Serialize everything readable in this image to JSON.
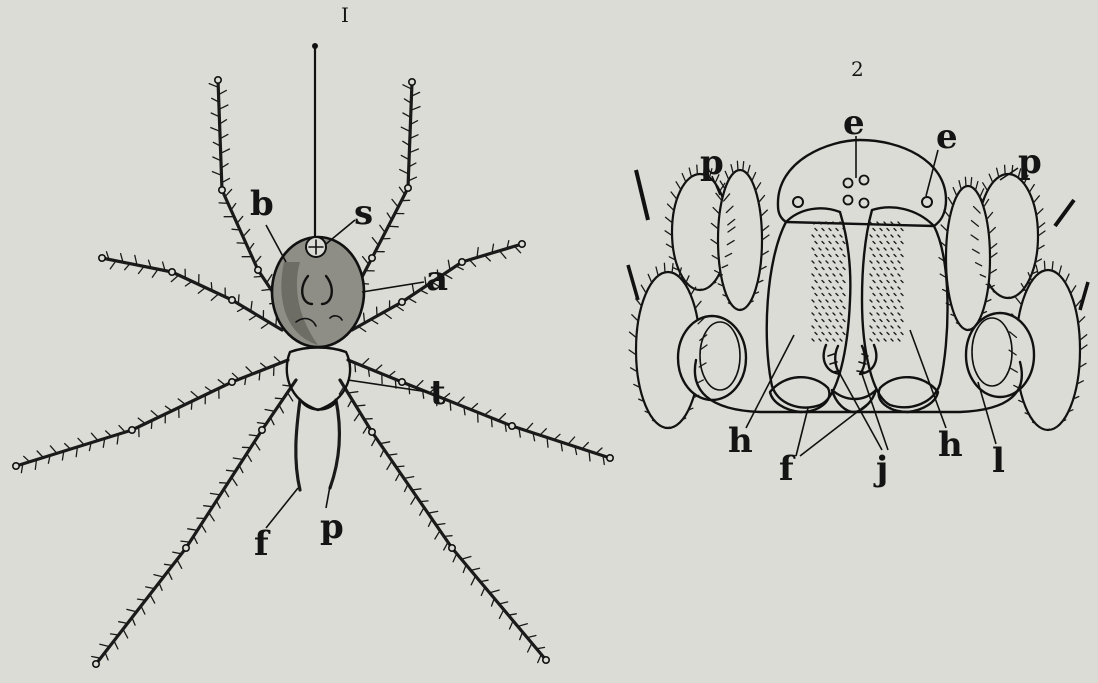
{
  "figure1": {
    "number": "I",
    "labels": {
      "b": "b",
      "s": "s",
      "a": "a",
      "t": "t",
      "f": "f",
      "p": "p"
    }
  },
  "figure2": {
    "number": "2",
    "labels": {
      "p_left": "p",
      "e_top": "e",
      "e_right": "e",
      "p_right": "p",
      "h_left": "h",
      "f": "f",
      "j": "j",
      "h_right": "h",
      "l": "l"
    }
  }
}
